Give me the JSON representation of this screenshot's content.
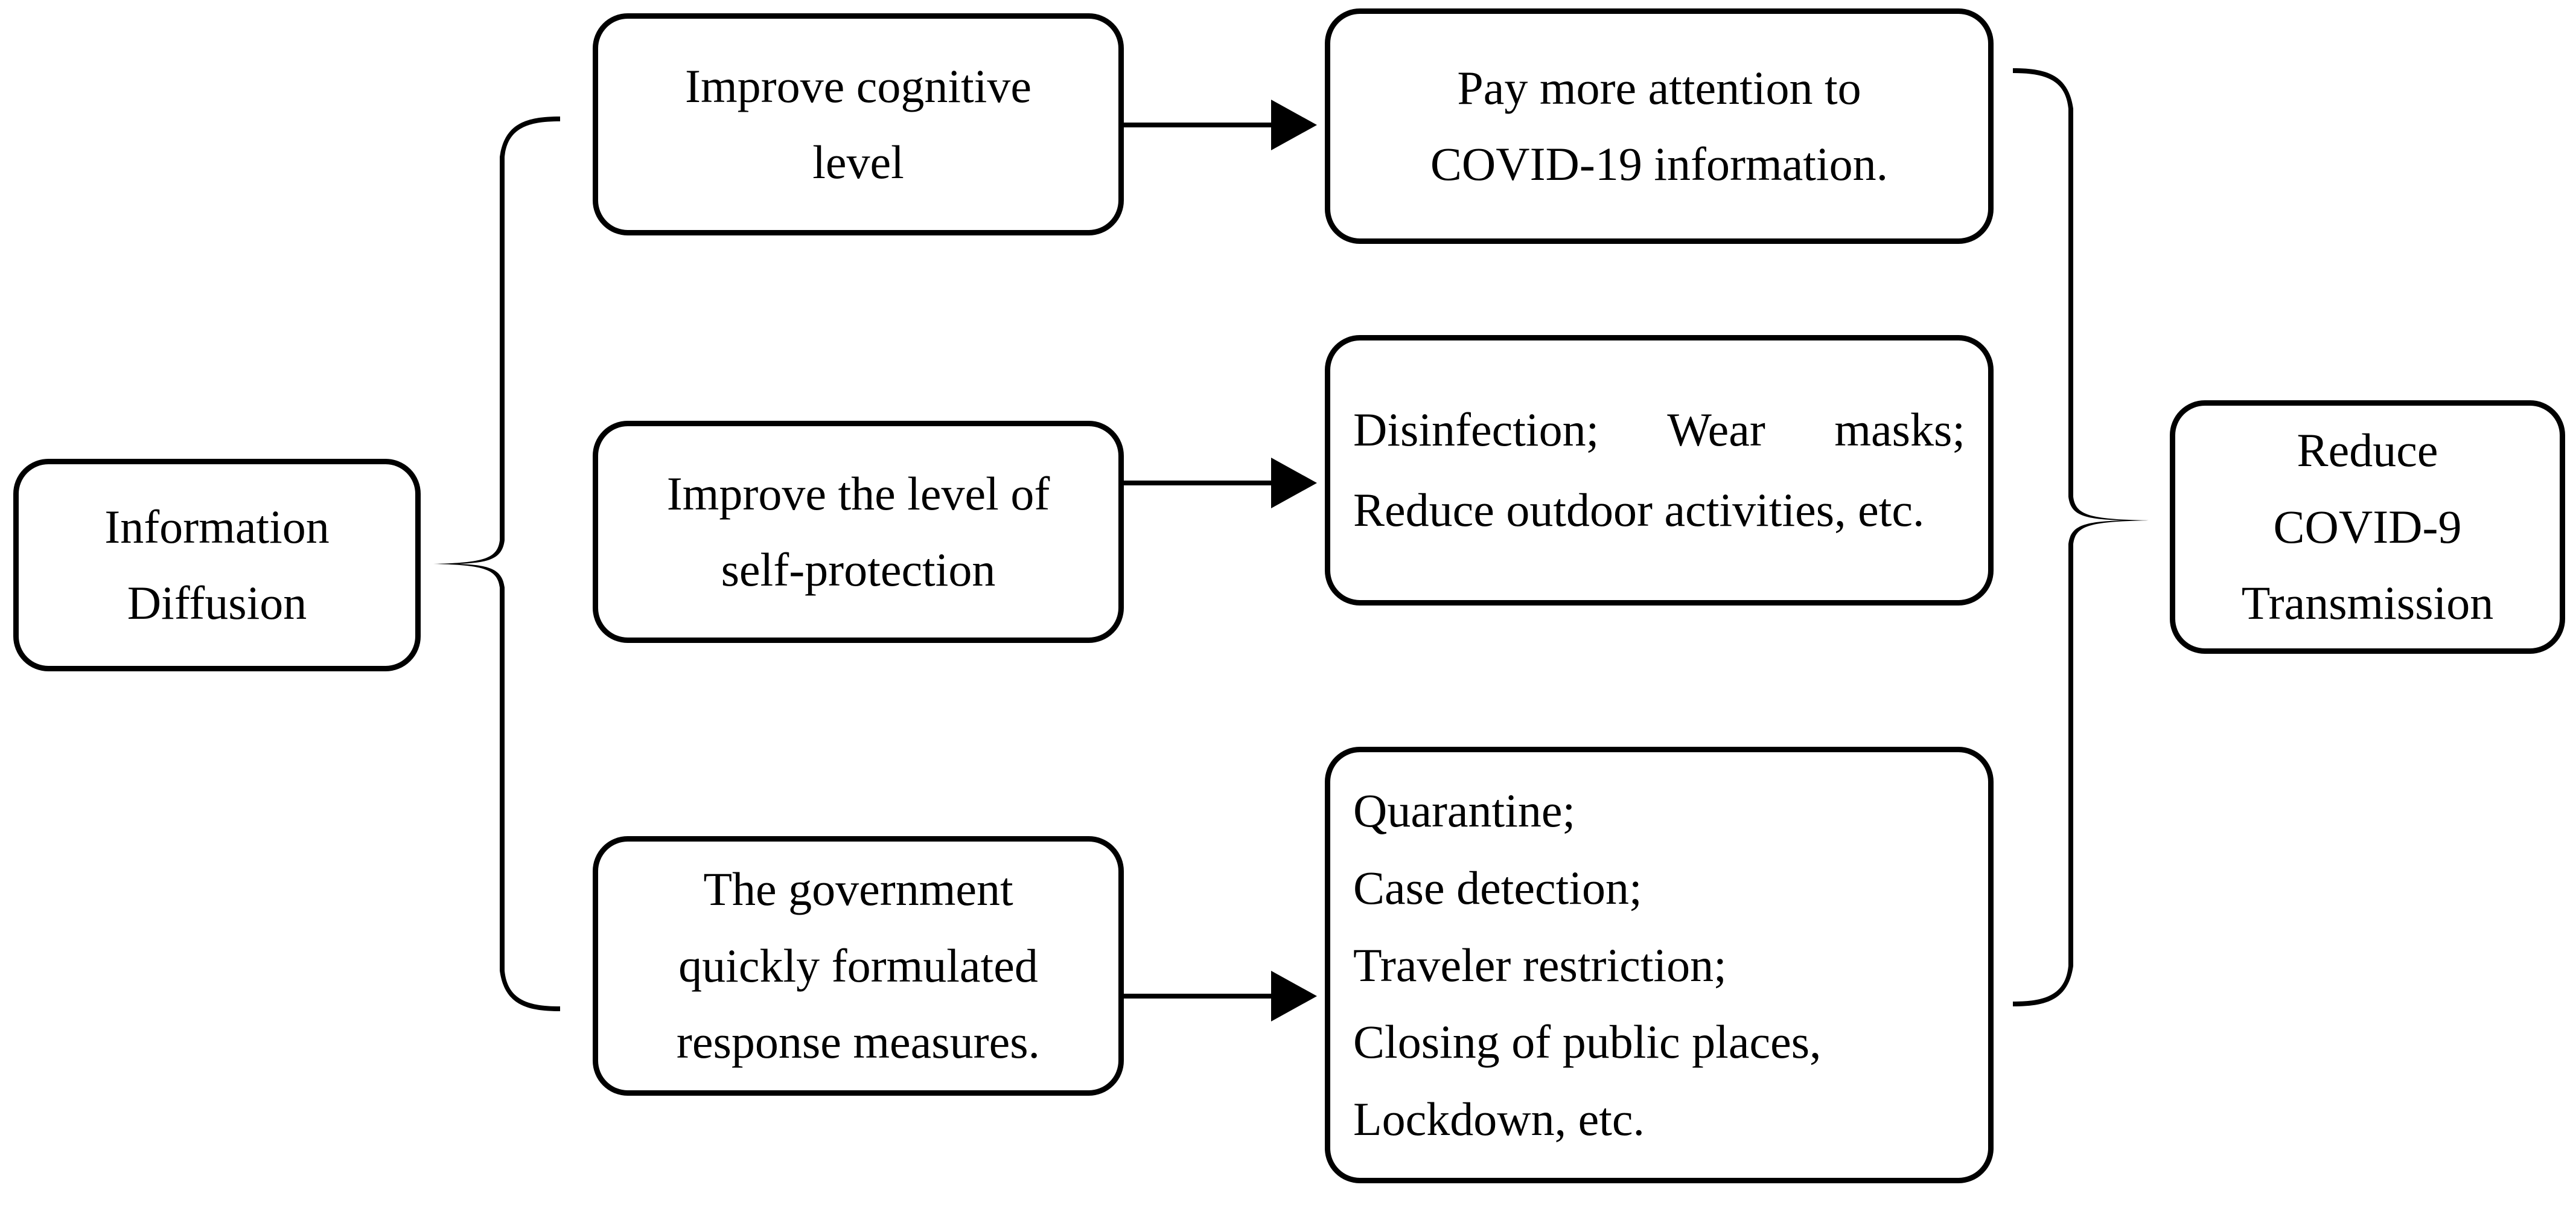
{
  "diagram": {
    "title": "Information Diffusion and COVID-19 Transmission Reduction Flowchart",
    "colors": {
      "background": "#ffffff",
      "stroke": "#000000",
      "text": "#000000"
    },
    "nodes": {
      "source": {
        "id": "information-diffusion",
        "label": "Information\nDiffusion"
      },
      "mechanisms": [
        {
          "id": "improve-cognitive-level",
          "label": "Improve cognitive\nlevel"
        },
        {
          "id": "improve-self-protection",
          "label": "Improve the level of\nself-protection"
        },
        {
          "id": "government-measures",
          "label": "The government\nquickly formulated\nresponse measures."
        }
      ],
      "outcomes": [
        {
          "id": "pay-attention",
          "label": "Pay more attention to\nCOVID-19 information."
        },
        {
          "id": "protection-measures",
          "label": "Disinfection; Wear masks; Reduce outdoor activities, etc."
        },
        {
          "id": "government-actions",
          "label": "Quarantine;\nCase detection;\nTraveler restriction;\nClosing of public places,\nLockdown, etc."
        }
      ],
      "result": {
        "id": "reduce-transmission",
        "label": "Reduce\nCOVID-9\nTransmission"
      }
    },
    "connectors": {
      "left_brace": {
        "name": "left-curly-brace",
        "description": "Opening brace grouping the three mechanism nodes back to Information Diffusion"
      },
      "right_brace": {
        "name": "right-curly-brace",
        "description": "Closing brace grouping the three outcome nodes into Reduce COVID-9 Transmission"
      },
      "arrows": [
        {
          "name": "arrow-cognitive-to-attention"
        },
        {
          "name": "arrow-protection-to-measures"
        },
        {
          "name": "arrow-government-to-actions"
        }
      ]
    }
  }
}
